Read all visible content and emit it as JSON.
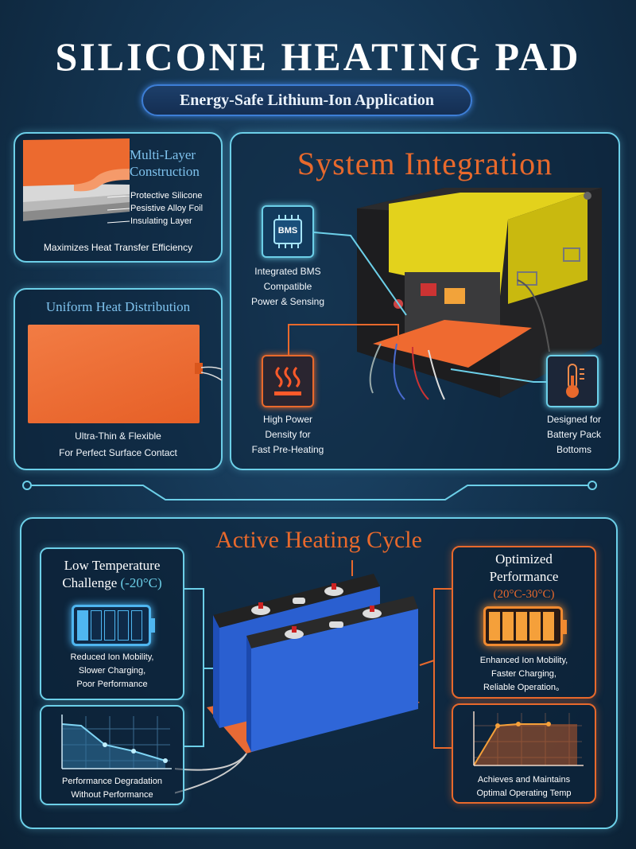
{
  "header": {
    "title": "SILICONE HEATING PAD",
    "subtitle": "Energy-Safe Lithium-Ion Application"
  },
  "multi_layer": {
    "title_line1": "Multi-Layer",
    "title_line2": "Construction",
    "layers": [
      "Protective Silicone",
      "Pesistive  Alloy Foil",
      "Insulating Layer"
    ],
    "caption": "Maximizes Heat Transfer Efficiency"
  },
  "uniform": {
    "title": "Uniform Heat Distribution",
    "caption_line1": "Ultra-Thin & Flexible",
    "caption_line2": "For Perfect Surface Contact"
  },
  "system": {
    "title": "System Integration",
    "bms_icon_text": "BMS",
    "bms_line1": "Integrated BMS",
    "bms_line2": "Compatible",
    "bms_line3": "Power & Sensing",
    "power_line1": "High Power",
    "power_line2": "Density for",
    "power_line3": "Fast Pre-Heating",
    "design_line1": "Designed for",
    "design_line2": "Battery Pack",
    "design_line3": "Bottoms"
  },
  "cycle": {
    "title": "Active Heating Cycle",
    "low_title_line1": "Low Temperature",
    "low_title_line2": "Challenge",
    "low_temp": "(-20°C)",
    "low_line1": "Reduced Ion Mobility,",
    "low_line2": "Slower Charging,",
    "low_line3": "Poor Performance",
    "degrade_line1": "Performance Degradation",
    "degrade_line2": "Without Performance",
    "opt_title_line1": "Optimized",
    "opt_title_line2": "Performance",
    "opt_temp": "(20°C-30°C)",
    "opt_line1": "Enhanced Ion Mobility,",
    "opt_line2": "Faster Charging,",
    "opt_line3": "Reliable Operation。",
    "maintain_line1": "Achieves and Maintains",
    "maintain_line2": "Optimal Operating Temp"
  },
  "colors": {
    "accent_cyan": "#6ccfe8",
    "accent_orange": "#e8692c",
    "pad_orange": "#ee6a33",
    "battery_blue": "#2a5fd0",
    "background": "#143552"
  },
  "icons": [
    "bms-chip-icon",
    "heat-waves-icon",
    "thermometer-icon",
    "battery-low-icon",
    "battery-full-icon"
  ]
}
